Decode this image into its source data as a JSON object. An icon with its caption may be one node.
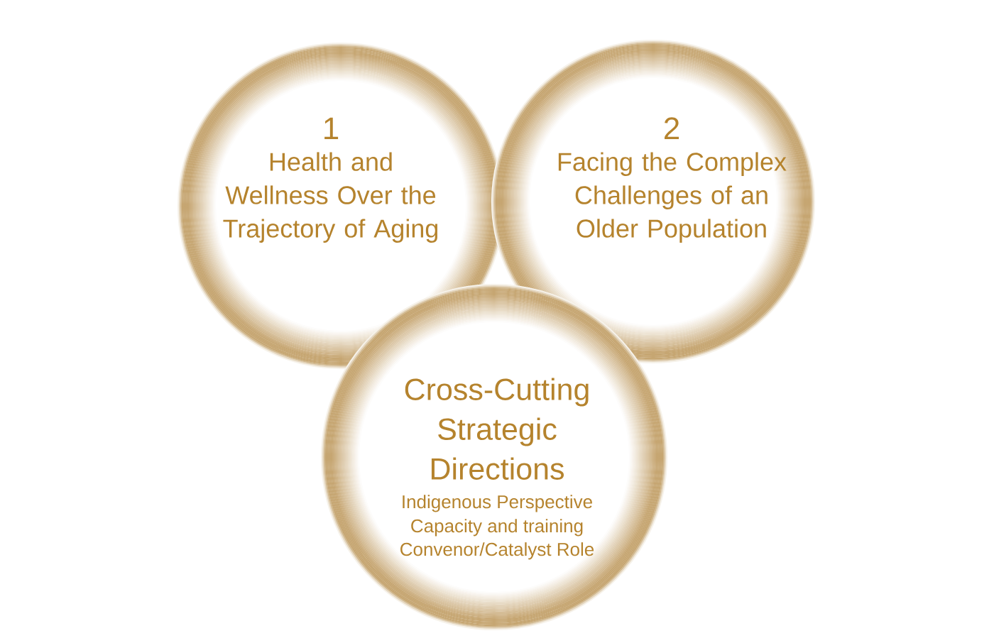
{
  "diagram": {
    "nodes": [
      {
        "text": [
          "1",
          "Health and Wellness Over the Trajectory of Aging"
        ]
      },
      {
        "text": [
          "2",
          "Facing the Complex Challenges of an Older Population"
        ]
      },
      {
        "text": [
          "Cross-Cutting Strategic Directions",
          "Indigenous Perspective",
          "Capacity and training",
          "Convenor/Catalyst Role"
        ]
      }
    ]
  }
}
